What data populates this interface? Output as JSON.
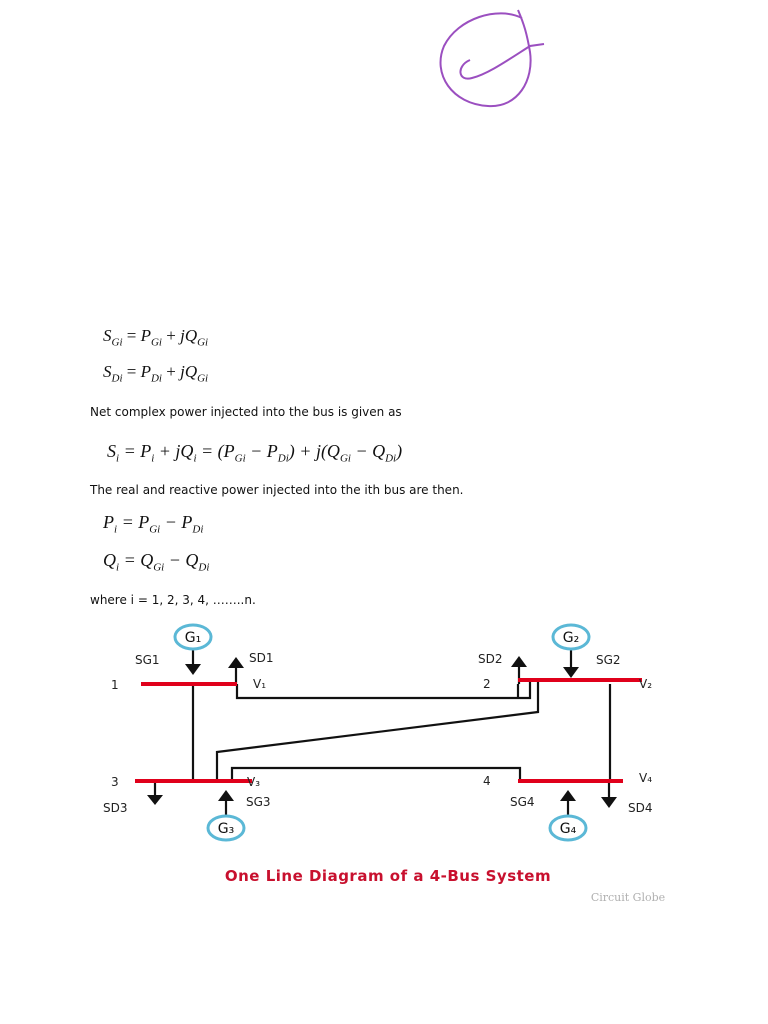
{
  "equations": {
    "sg": {
      "lhs": "S",
      "lhs_sub": "Gi",
      "eq": " = ",
      "a": "P",
      "a_sub": "Gi",
      "op": " + ",
      "j": "j",
      "b": "Q",
      "b_sub": "Gi"
    },
    "sd": {
      "lhs": "S",
      "lhs_sub": "Di",
      "eq": " = ",
      "a": "P",
      "a_sub": "Di",
      "op": " + ",
      "j": "j",
      "b": "Q",
      "b_sub": "Gi"
    },
    "si": {
      "text": "S",
      "s1": "i",
      "t2": " = P",
      "s2": "i",
      "t3": " + jQ",
      "s3": "i",
      "t4": " = (P",
      "s4": "Gi",
      "t5": " − P",
      "s5": "Di",
      "t6": ") + j(Q",
      "s6": "Gi",
      "t7": " − Q",
      "s7": "Di",
      "t8": ")"
    },
    "pi": {
      "text": "P",
      "s1": "i",
      "t2": " = P",
      "s2": "Gi",
      "t3": " − P",
      "s3": "Di"
    },
    "qi": {
      "text": "Q",
      "s1": "i",
      "t2": " = Q",
      "s2": "Gi",
      "t3": " − Q",
      "s3": "Di"
    }
  },
  "text": {
    "net_power": "Net complex power injected into the bus is given as",
    "real_reactive": "The real and reactive power injected into the ith bus are then.",
    "where": "where i = 1, 2, 3, 4, ……..n."
  },
  "diagram": {
    "generators": [
      "G₁",
      "G₂",
      "G₃",
      "G₄"
    ],
    "bus_numbers": [
      "1",
      "2",
      "3",
      "4"
    ],
    "voltages": [
      "V₁",
      "V₂",
      "V₃",
      "V₄"
    ],
    "gen_powers": [
      "SG1",
      "SG2",
      "SG3",
      "SG4"
    ],
    "demand_powers": [
      "SD1",
      "SD2",
      "SD3",
      "SD4"
    ],
    "caption": "One Line Diagram of a 4-Bus System",
    "credit": "Circuit Globe",
    "bus_color": "#e0001b",
    "gen_circle_color": "#5bb8d6"
  },
  "annotation": {
    "color": "#9b4fc0",
    "mark": "circle-check"
  }
}
